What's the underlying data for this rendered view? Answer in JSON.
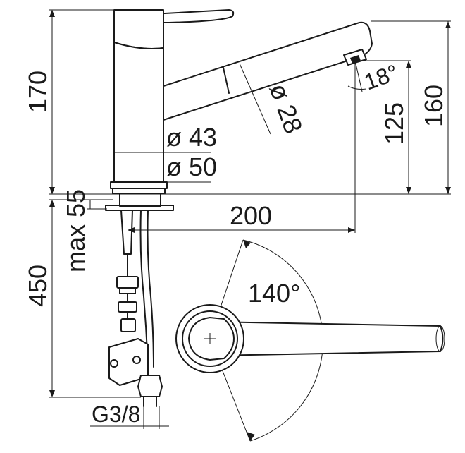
{
  "dimensions": {
    "height_total": "170",
    "under_counter_max": "max 55",
    "hose_length": "450",
    "diameter_body": "ø 43",
    "diameter_base": "ø 50",
    "diameter_spout": "ø 28",
    "reach": "200",
    "spout_height_outer": "160",
    "spout_height_inner": "125",
    "spout_angle": "18°",
    "swivel_angle": "140°",
    "connection_thread": "G3/8"
  }
}
